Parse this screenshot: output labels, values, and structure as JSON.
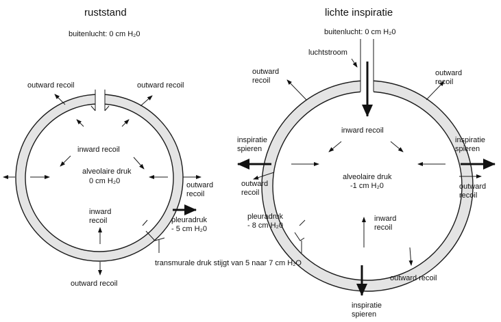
{
  "titles": {
    "left": "ruststand",
    "right": "lichte inspiratie"
  },
  "left": {
    "outside_air": "buitenlucht: 0 cm H₂0",
    "outward_recoil_tl": "outward recoil",
    "outward_recoil_tr": "outward recoil",
    "inward_recoil_top": "inward recoil",
    "alveolar_pressure": [
      "alveolaire druk",
      "0 cm H₂0"
    ],
    "outward_recoil_right": [
      "outward",
      "recoil"
    ],
    "inward_recoil_bottom": [
      "inward",
      "recoil"
    ],
    "pleural_pressure": [
      "pleuradruk",
      "- 5 cm H₂0"
    ],
    "outward_recoil_bottom": "outward recoil"
  },
  "right": {
    "outside_air": "buitenlucht: 0 cm H₂0",
    "airflow": "luchtstroom",
    "outward_recoil_tl": [
      "outward",
      "recoil"
    ],
    "outward_recoil_tr": [
      "outward",
      "recoil"
    ],
    "inward_recoil_top": "inward recoil",
    "inspiratory_muscles_left": [
      "inspiratie",
      "spieren"
    ],
    "inspiratory_muscles_right": [
      "inspiratie",
      "spieren"
    ],
    "outward_recoil_left": [
      "outward",
      "recoil"
    ],
    "alveolar_pressure": [
      "alveolaire druk",
      "-1 cm H₂0"
    ],
    "outward_recoil_right": [
      "outward",
      "recoil"
    ],
    "pleural_pressure": [
      "pleuradruk",
      "- 8 cm H₂0"
    ],
    "inward_recoil_bottom": [
      "inward",
      "recoil"
    ],
    "outward_recoil_bottom": "outward recoil",
    "inspiratory_muscles_bottom": [
      "inspiratie",
      "spieren"
    ]
  },
  "transmural": "transmurale druk stijgt van 5 naar 7 cm H₂O"
}
